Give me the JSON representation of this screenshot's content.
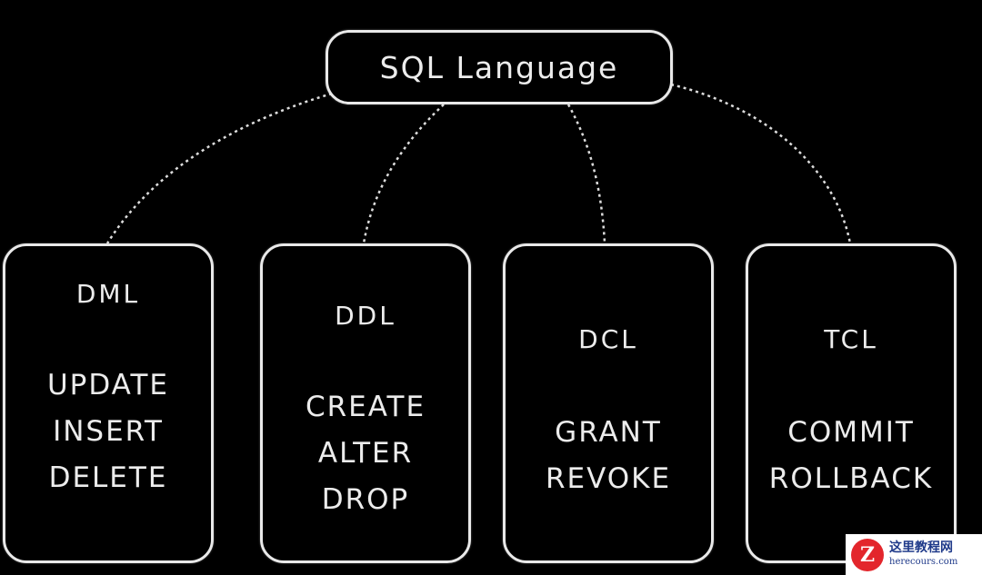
{
  "root": {
    "label": "SQL Language"
  },
  "categories": [
    {
      "title": "DML",
      "commands": [
        "UPDATE",
        "INSERT",
        "DELETE"
      ]
    },
    {
      "title": "DDL",
      "commands": [
        "CREATE",
        "ALTER",
        "DROP"
      ]
    },
    {
      "title": "DCL",
      "commands": [
        "GRANT",
        "REVOKE"
      ]
    },
    {
      "title": "TCL",
      "commands": [
        "COMMIT",
        "ROLLBACK"
      ]
    }
  ],
  "watermark": {
    "logo_letter": "Z",
    "site_name": "这里教程网",
    "url": "herecours.com"
  },
  "colors": {
    "background": "#000000",
    "chalk": "#e9e9e9",
    "watermark_red": "#e3262c",
    "watermark_blue": "#1f3a8a"
  }
}
